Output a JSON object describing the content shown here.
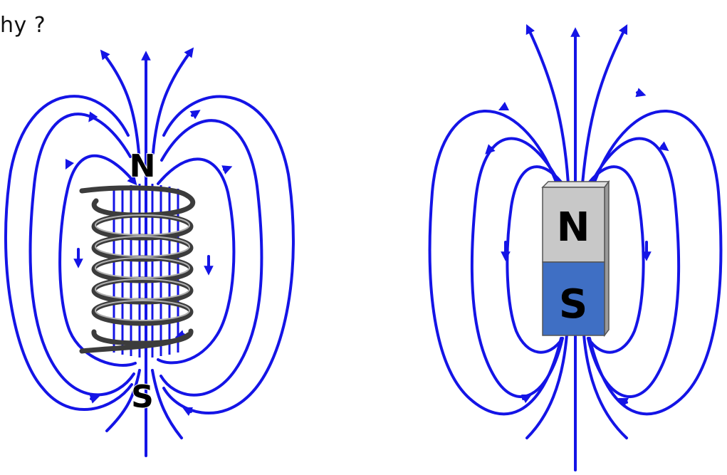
{
  "caption": "hy ?",
  "solenoid": {
    "north": "N",
    "south": "S"
  },
  "magnet": {
    "north": "N",
    "south": "S"
  },
  "colors": {
    "field_line": "#1414e6",
    "coil": "#3c3c3c",
    "magnet_north": "#c8c8c8",
    "magnet_south": "#3f6fc4",
    "text": "#000000"
  }
}
